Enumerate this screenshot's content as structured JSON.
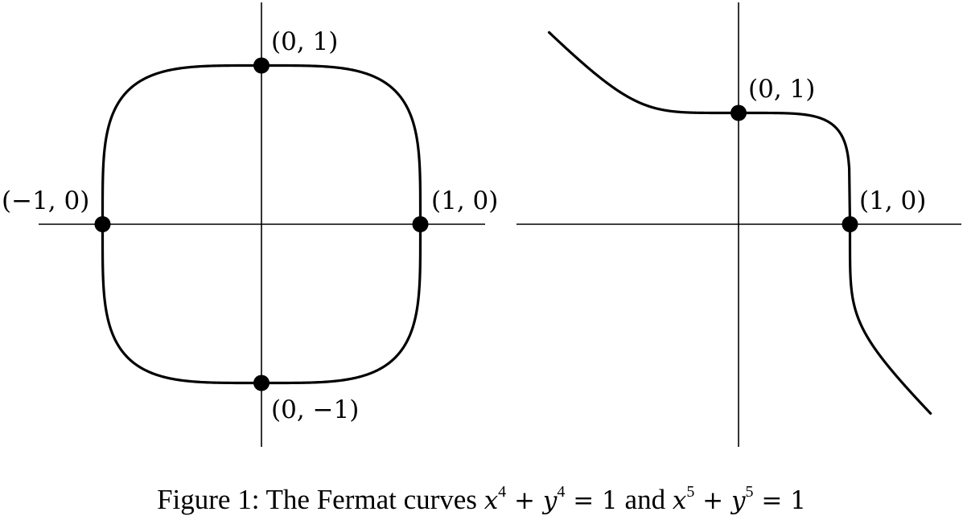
{
  "left_plot": {
    "points": [
      {
        "x": 0,
        "y": 1,
        "label": "(0, 1)"
      },
      {
        "x": 1,
        "y": 0,
        "label": "(1, 0)"
      },
      {
        "x": -1,
        "y": 0,
        "label": "(−1, 0)"
      },
      {
        "x": 0,
        "y": -1,
        "label": "(0, −1)"
      }
    ]
  },
  "right_plot": {
    "points": [
      {
        "x": 0,
        "y": 1,
        "label": "(0, 1)"
      },
      {
        "x": 1,
        "y": 0,
        "label": "(1, 0)"
      }
    ]
  },
  "caption": {
    "prefix": "Figure 1: The Fermat curves ",
    "eq1_x": "x",
    "eq1_px": "4",
    "eq1_plus": " + ",
    "eq1_y": "y",
    "eq1_py": "4",
    "eq1_rhs": " = 1",
    "joiner": " and ",
    "eq2_x": "x",
    "eq2_px": "5",
    "eq2_plus": " + ",
    "eq2_y": "y",
    "eq2_py": "5",
    "eq2_rhs": " = 1"
  }
}
